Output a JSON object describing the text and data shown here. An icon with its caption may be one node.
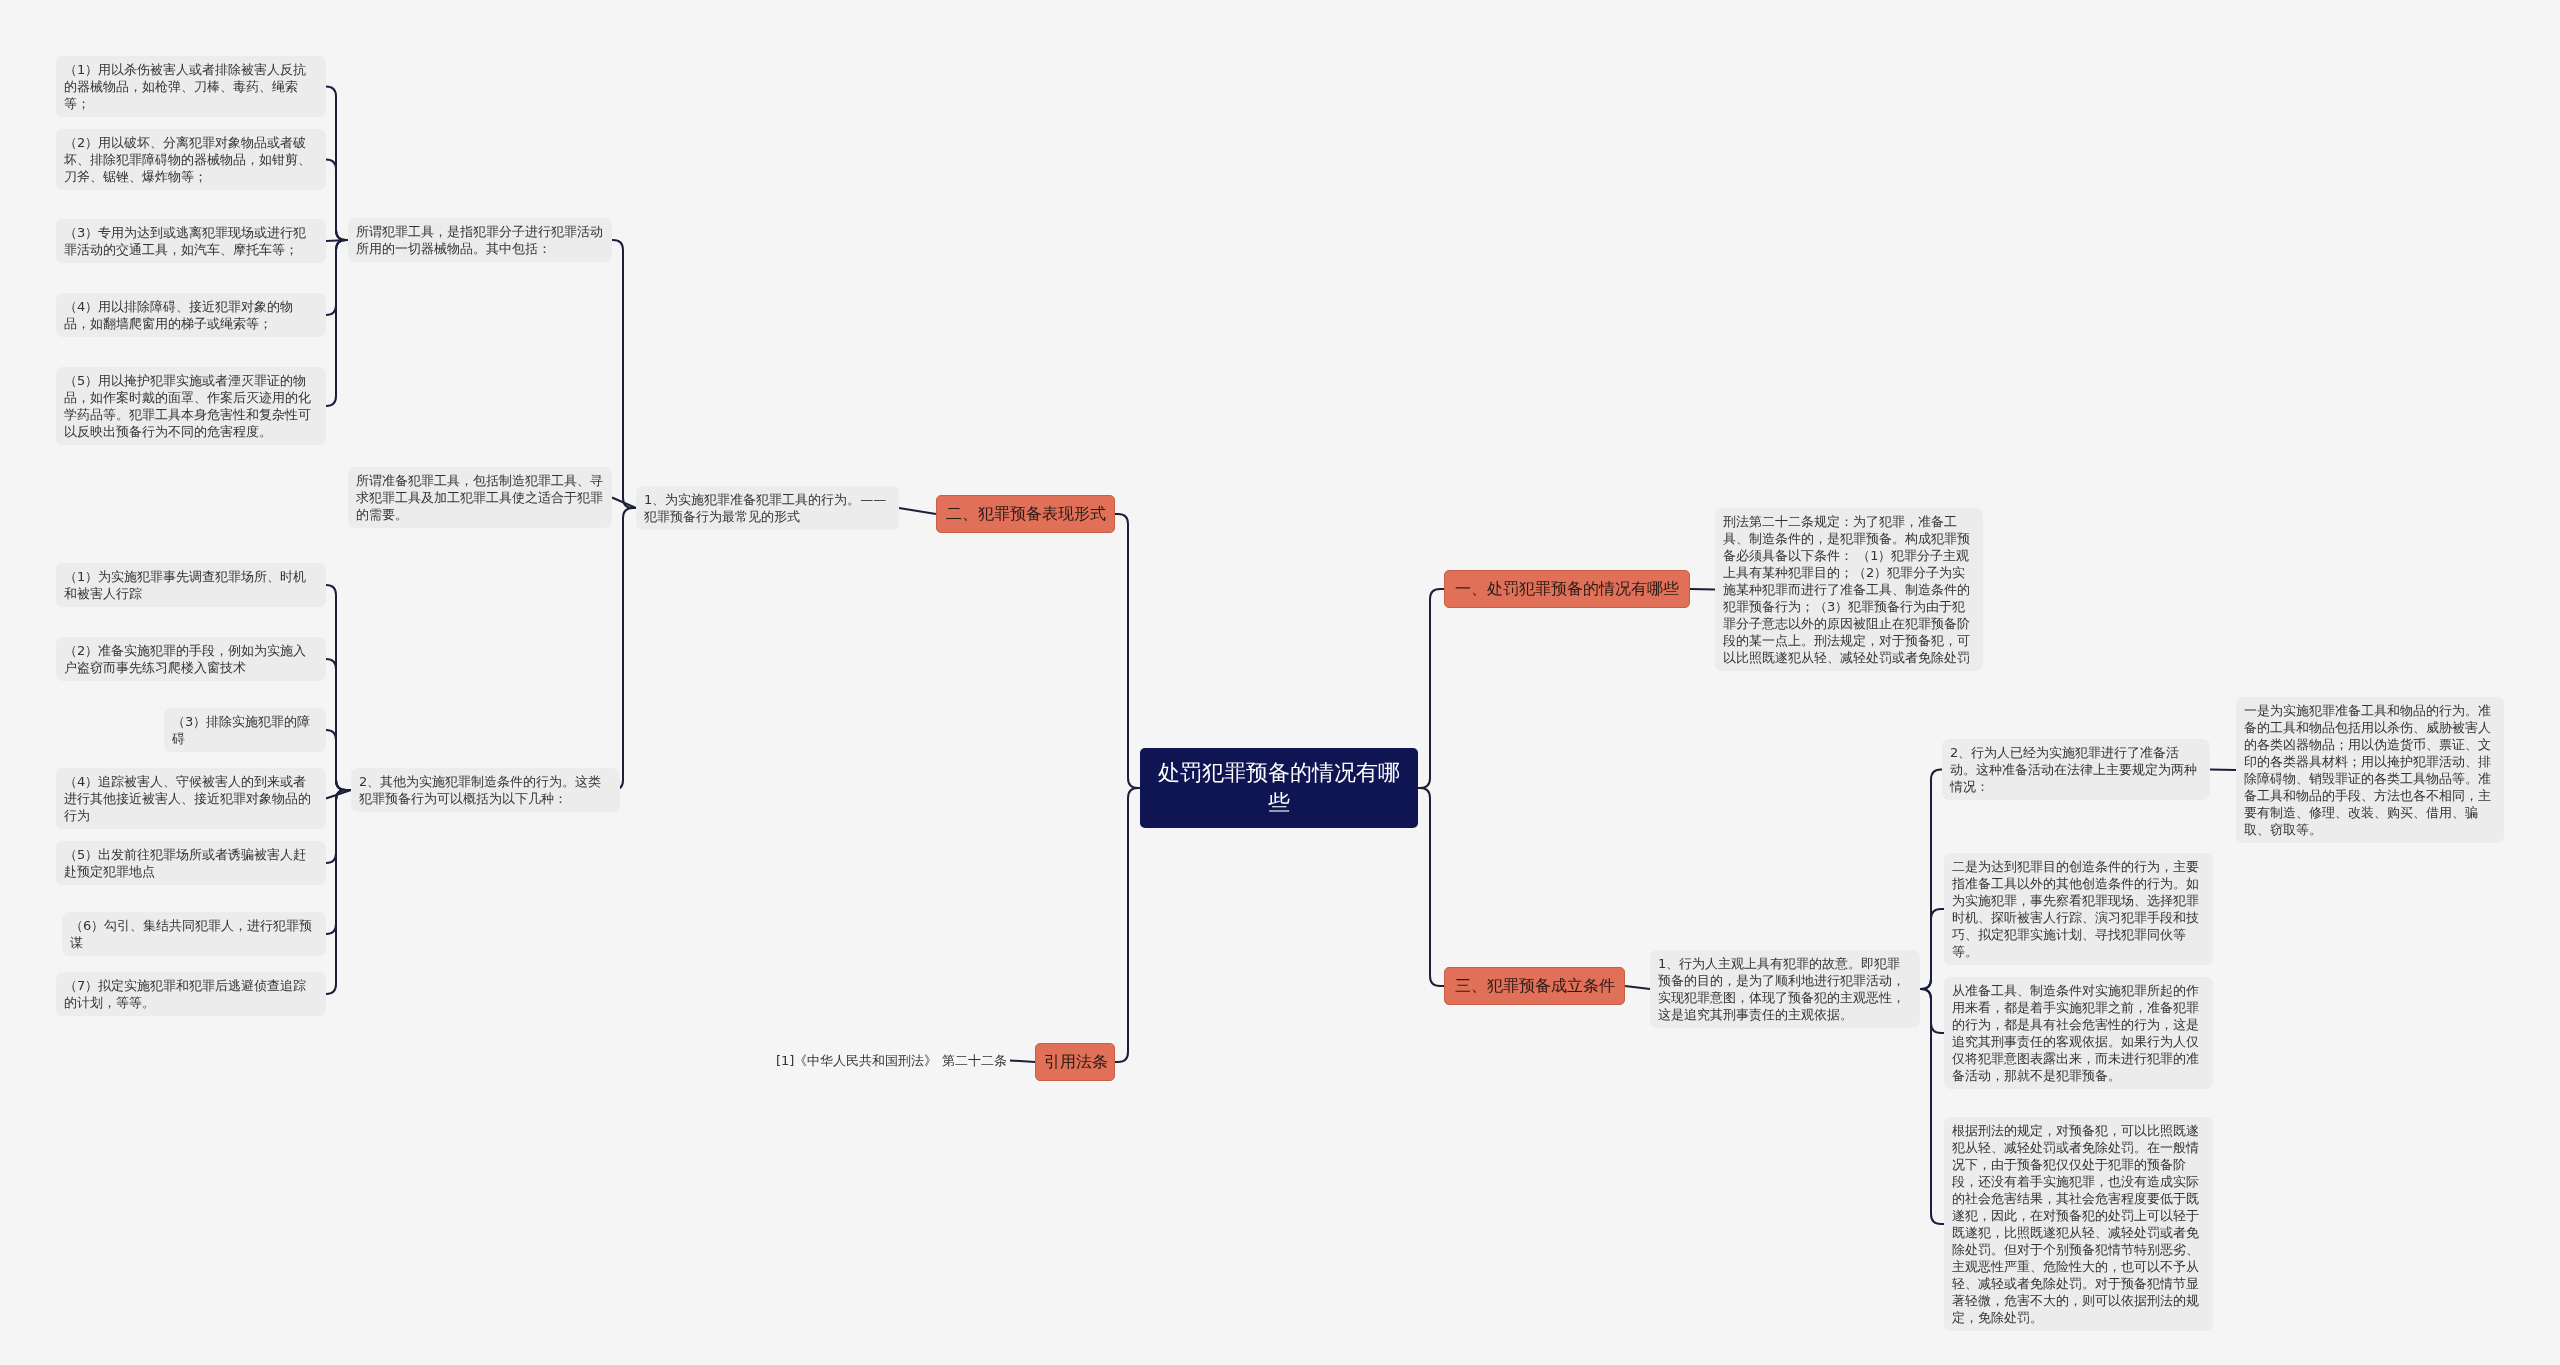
{
  "diagram": {
    "nodes": [
      {
        "text": [
          "处罚犯罪预备的情况有哪些"
        ]
      },
      {
        "text": [
          "二、犯罪预备表现形式"
        ]
      },
      {
        "text": [
          "1、为实施犯罪准备犯罪工具的行为。——犯罪预备行为最常见的形式"
        ]
      },
      {
        "text": [
          "所谓犯罪工具，是指犯罪分子进行犯罪活动所用的一切器械物品。其中包括："
        ]
      },
      {
        "text": [
          "（1）用以杀伤被害人或者排除被害人反抗的器械物品，如枪弹、刀棒、毒药、绳索等；"
        ]
      },
      {
        "text": [
          "（2）用以破坏、分离犯罪对象物品或者破坏、排除犯罪障碍物的器械物品，如钳剪、刀斧、锯锉、爆炸物等；"
        ]
      },
      {
        "text": [
          "（3）专用为达到或逃离犯罪现场或进行犯罪活动的交通工具，如汽车、摩托车等；"
        ]
      },
      {
        "text": [
          "（4）用以排除障碍、接近犯罪对象的物品，如翻墙爬窗用的梯子或绳索等；"
        ]
      },
      {
        "text": [
          "（5）用以掩护犯罪实施或者湮灭罪证的物品，如作案时戴的面罩、作案后灭迹用的化学药品等。犯罪工具本身危害性和复杂性可以反映出预备行为不同的危害程度。"
        ]
      },
      {
        "text": [
          "所谓准备犯罪工具，包括制造犯罪工具、寻求犯罪工具及加工犯罪工具使之适合于犯罪的需要。"
        ]
      },
      {
        "text": [
          "2、其他为实施犯罪制造条件的行为。这类犯罪预备行为可以概括为以下几种："
        ]
      },
      {
        "text": [
          "（1）为实施犯罪事先调查犯罪场所、时机和被害人行踪"
        ]
      },
      {
        "text": [
          "（2）准备实施犯罪的手段，例如为实施入户盗窃而事先练习爬楼入窗技术"
        ]
      },
      {
        "text": [
          "（3）排除实施犯罪的障碍"
        ]
      },
      {
        "text": [
          "（4）追踪被害人、守候被害人的到来或者进行其他接近被害人、接近犯罪对象物品的行为"
        ]
      },
      {
        "text": [
          "（5）出发前往犯罪场所或者诱骗被害人赶赴预定犯罪地点"
        ]
      },
      {
        "text": [
          "（6）勾引、集结共同犯罪人，进行犯罪预谋"
        ]
      },
      {
        "text": [
          "（7）拟定实施犯罪和犯罪后逃避侦查追踪的计划，等等。"
        ]
      },
      {
        "text": [
          "引用法条"
        ]
      },
      {
        "text": [
          "[1]《中华人民共和国刑法》 第二十二条"
        ]
      },
      {
        "text": [
          "一、处罚犯罪预备的情况有哪些"
        ]
      },
      {
        "text": [
          "刑法第二十二条规定：为了犯罪，准备工具、制造条件的，是犯罪预备。构成犯罪预备必须具备以下条件： （1）犯罪分子主观上具有某种犯罪目的；（2）犯罪分子为实施某种犯罪而进行了准备工具、制造条件的犯罪预备行为；（3）犯罪预备行为由于犯罪分子意志以外的原因被阻止在犯罪预备阶段的某一点上。刑法规定，对于预备犯，可以比照既遂犯从轻、减轻处罚或者免除处罚"
        ]
      },
      {
        "text": [
          "三、犯罪预备成立条件"
        ]
      },
      {
        "text": [
          "1、行为人主观上具有犯罪的故意。即犯罪预备的目的，是为了顺利地进行犯罪活动，实现犯罪意图，体现了预备犯的主观恶性，这是追究其刑事责任的主观依据。"
        ]
      },
      {
        "text": [
          "2、行为人已经为实施犯罪进行了准备活动。这种准备活动在法律上主要规定为两种情况："
        ]
      },
      {
        "text": [
          "一是为实施犯罪准备工具和物品的行为。准备的工具和物品包括用以杀伤、威胁被害人的各类凶器物品；用以伪造货币、票证、文印的各类器具材料；用以掩护犯罪活动、排除障碍物、销毁罪证的各类工具物品等。准备工具和物品的手段、方法也各不相同，主要有制造、修理、改装、购买、借用、骗取、窃取等。"
        ]
      },
      {
        "text": [
          "二是为达到犯罪目的创造条件的行为，主要指准备工具以外的其他创造条件的行为。如为实施犯罪，事先察看犯罪现场、选择犯罪时机、探听被害人行踪、演习犯罪手段和技巧、拟定犯罪实施计划、寻找犯罪同伙等等。"
        ]
      },
      {
        "text": [
          "从准备工具、制造条件对实施犯罪所起的作用来看，都是着手实施犯罪之前，准备犯罪的行为，都是具有社会危害性的行为，这是追究其刑事责任的客观依据。如果行为人仅仅将犯罪意图表露出来，而未进行犯罪的准备活动，那就不是犯罪预备。"
        ]
      },
      {
        "text": [
          "根据刑法的规定，对预备犯，可以比照既遂犯从轻、减轻处罚或者免除处罚。在一般情况下，由于预备犯仅仅处于犯罪的预备阶段，还没有着手实施犯罪，也没有造成实际的社会危害结果，其社会危害程度要低于既遂犯，因此，在对预备犯的处罚上可以轻于既遂犯，比照既遂犯从轻、减轻处罚或者免除处罚。但对于个别预备犯情节特别恶劣、主观恶性严重、危险性大的，也可以不予从轻、减轻或者免除处罚。对于预备犯情节显著轻微，危害不大的，则可以依据刑法的规定，免除处罚。"
        ]
      }
    ],
    "edges": [
      {
        "from": 0,
        "to": 1,
        "arrow": "none"
      },
      {
        "from": 1,
        "to": 2,
        "arrow": "none"
      },
      {
        "from": 2,
        "to": 3,
        "arrow": "none"
      },
      {
        "from": 3,
        "to": 4,
        "arrow": "none"
      },
      {
        "from": 3,
        "to": 5,
        "arrow": "none"
      },
      {
        "from": 3,
        "to": 6,
        "arrow": "none"
      },
      {
        "from": 3,
        "to": 7,
        "arrow": "none"
      },
      {
        "from": 3,
        "to": 8,
        "arrow": "none"
      },
      {
        "from": 2,
        "to": 9,
        "arrow": "none"
      },
      {
        "from": 2,
        "to": 10,
        "arrow": "none"
      },
      {
        "from": 10,
        "to": 11,
        "arrow": "none"
      },
      {
        "from": 10,
        "to": 12,
        "arrow": "none"
      },
      {
        "from": 10,
        "to": 13,
        "arrow": "none"
      },
      {
        "from": 10,
        "to": 14,
        "arrow": "none"
      },
      {
        "from": 10,
        "to": 15,
        "arrow": "none"
      },
      {
        "from": 10,
        "to": 16,
        "arrow": "none"
      },
      {
        "from": 10,
        "to": 17,
        "arrow": "none"
      },
      {
        "from": 0,
        "to": 18,
        "arrow": "none"
      },
      {
        "from": 18,
        "to": 19,
        "arrow": "none"
      },
      {
        "from": 0,
        "to": 20,
        "arrow": "none"
      },
      {
        "from": 20,
        "to": 21,
        "arrow": "none"
      },
      {
        "from": 0,
        "to": 22,
        "arrow": "none"
      },
      {
        "from": 22,
        "to": 23,
        "arrow": "none"
      },
      {
        "from": 23,
        "to": 24,
        "arrow": "none"
      },
      {
        "from": 24,
        "to": 25,
        "arrow": "none"
      },
      {
        "from": 23,
        "to": 26,
        "arrow": "none"
      },
      {
        "from": 23,
        "to": 27,
        "arrow": "none"
      },
      {
        "from": 23,
        "to": 28,
        "arrow": "none"
      }
    ]
  }
}
